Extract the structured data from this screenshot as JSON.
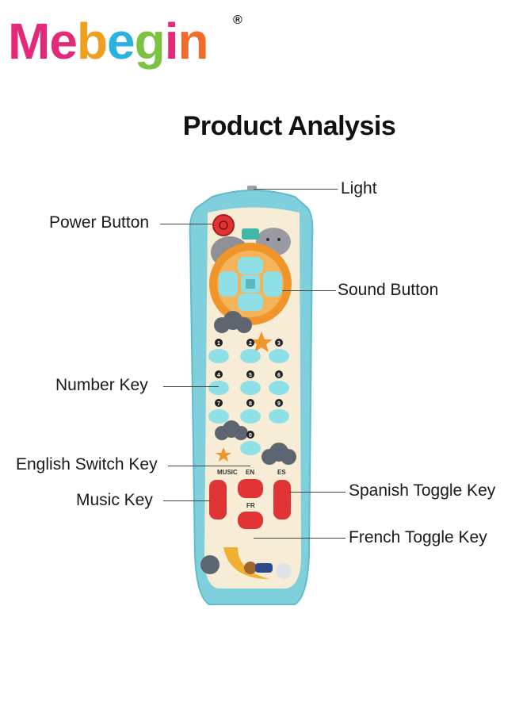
{
  "brand": {
    "name": "Mebegin",
    "registered": "®",
    "letter_colors": [
      "#e2297a",
      "#e2297a",
      "#f0a020",
      "#2bb3e0",
      "#7cc243",
      "#e2297a",
      "#f26b2b"
    ]
  },
  "title": "Product Analysis",
  "callouts": {
    "light": "Light",
    "power_button": "Power Button",
    "sound_button": "Sound Button",
    "number_key": "Number Key",
    "english_switch_key": "English Switch Key",
    "music_key": "Music Key",
    "spanish_toggle_key": "Spanish Toggle Key",
    "french_toggle_key": "French Toggle Key"
  },
  "remote": {
    "numbers": [
      "1",
      "2",
      "3",
      "4",
      "5",
      "6",
      "7",
      "8",
      "9",
      "0"
    ],
    "labels": {
      "music": "MUSIC",
      "en": "EN",
      "es": "ES",
      "fr": "FR"
    },
    "colors": {
      "body": "#7fd0dc",
      "face": "#f7ecd6",
      "key": "#8fe0e6",
      "red": "#e03434",
      "orange": "#f0952a"
    }
  }
}
